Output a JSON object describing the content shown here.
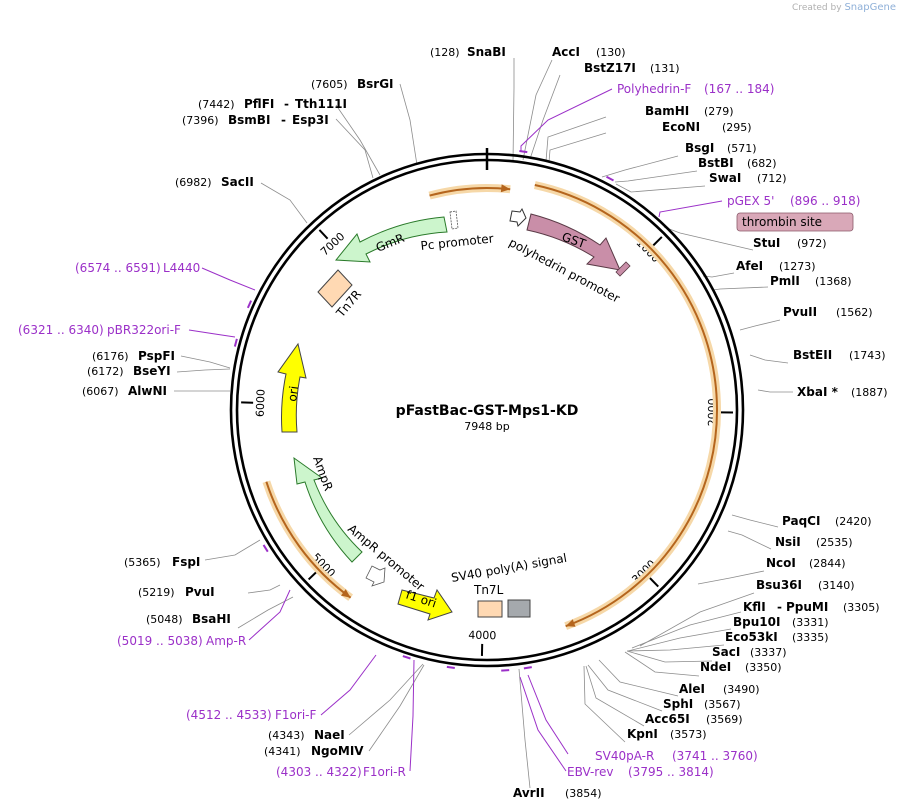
{
  "credit": {
    "prefix": "Created by",
    "brand": "SnapGene"
  },
  "title": "pFastBac-GST-Mps1-KD",
  "subtitle": "7948 bp",
  "ticks": [
    "1000",
    "2000",
    "3000",
    "4000",
    "5000",
    "6000",
    "7000"
  ],
  "sites": [
    {
      "name": "SnaBI",
      "pos": "(128)"
    },
    {
      "name": "AccI",
      "pos": "(130)"
    },
    {
      "name": "BstZ17I",
      "pos": "(131)"
    },
    {
      "name": "BamHI",
      "pos": "(279)"
    },
    {
      "name": "EcoNI",
      "pos": "(295)"
    },
    {
      "name": "BsgI",
      "pos": "(571)"
    },
    {
      "name": "BstBI",
      "pos": "(682)"
    },
    {
      "name": "SwaI",
      "pos": "(712)"
    },
    {
      "name": "StuI",
      "pos": "(972)"
    },
    {
      "name": "AfeI",
      "pos": "(1273)"
    },
    {
      "name": "PmlI",
      "pos": "(1368)"
    },
    {
      "name": "PvuII",
      "pos": "(1562)"
    },
    {
      "name": "BstEII",
      "pos": "(1743)"
    },
    {
      "name": "XbaI *",
      "pos": "(1887)"
    },
    {
      "name": "PaqCI",
      "pos": "(2420)"
    },
    {
      "name": "NsiI",
      "pos": "(2535)"
    },
    {
      "name": "NcoI",
      "pos": "(2844)"
    },
    {
      "name": "Bsu36I",
      "pos": "(3140)"
    },
    {
      "name": "KflI",
      "pos": ""
    },
    {
      "name": "PpuMI",
      "pos": "(3305)"
    },
    {
      "name": "Bpu10I",
      "pos": "(3331)"
    },
    {
      "name": "Eco53kI",
      "pos": "(3335)"
    },
    {
      "name": "SacI",
      "pos": "(3337)"
    },
    {
      "name": "NdeI",
      "pos": "(3350)"
    },
    {
      "name": "AleI",
      "pos": "(3490)"
    },
    {
      "name": "SphI",
      "pos": "(3567)"
    },
    {
      "name": "Acc65I",
      "pos": "(3569)"
    },
    {
      "name": "KpnI",
      "pos": "(3573)"
    },
    {
      "name": "AvrII",
      "pos": "(3854)"
    },
    {
      "name": "NaeI",
      "pos": "(4343)"
    },
    {
      "name": "NgoMIV",
      "pos": "(4341)"
    },
    {
      "name": "BsaHI",
      "pos": "(5048)"
    },
    {
      "name": "PvuI",
      "pos": "(5219)"
    },
    {
      "name": "FspI",
      "pos": "(5365)"
    },
    {
      "name": "AlwNI",
      "pos": "(6067)"
    },
    {
      "name": "BseYI",
      "pos": "(6172)"
    },
    {
      "name": "PspFI",
      "pos": "(6176)"
    },
    {
      "name": "SacII",
      "pos": "(6982)"
    },
    {
      "name": "BsmBI",
      "pos": "(7396)"
    },
    {
      "name": "Esp3I",
      "pos": ""
    },
    {
      "name": "PflFI",
      "pos": "(7442)"
    },
    {
      "name": "Tth111I",
      "pos": ""
    },
    {
      "name": "BsrGI",
      "pos": "(7605)"
    }
  ],
  "primers": [
    {
      "name": "Polyhedrin-F",
      "range": "(167 .. 184)"
    },
    {
      "name": "pGEX 5'",
      "range": "(896 .. 918)"
    },
    {
      "name": "SV40pA-R",
      "range": "(3741 .. 3760)"
    },
    {
      "name": "EBV-rev",
      "range": "(3795 .. 3814)"
    },
    {
      "name": "F1ori-R",
      "range": "(4303 .. 4322)"
    },
    {
      "name": "F1ori-F",
      "range": "(4512 .. 4533)"
    },
    {
      "name": "Amp-R",
      "range": "(5019 .. 5038)"
    },
    {
      "name": "pBR322ori-F",
      "range": "(6321 .. 6340)"
    },
    {
      "name": "L4440",
      "range": "(6574 .. 6591)"
    }
  ],
  "features": {
    "gst": "GST",
    "polyhedrin_promoter": "polyhedrin promoter",
    "gmr": "GmR",
    "pc_promoter": "Pc promoter",
    "tn7r": "Tn7R",
    "ori": "ori",
    "ampr": "AmpR",
    "ampr_promoter": "AmpR promoter",
    "f1_ori": "f1 ori",
    "sv40": "SV40 poly(A) signal",
    "tn7l": "Tn7L",
    "thrombin_site": "thrombin site"
  },
  "colors": {
    "primer": "#9b30c8",
    "gst": "#c98ea8",
    "gmr": "#ccf5cc",
    "ampr": "#ccf5cc",
    "ori": "#ffff00",
    "f1_ori": "#ffff00",
    "tn7": "#ffd9b3",
    "orange_arc": "#e8a23c",
    "thrombin": "#d9a8b8"
  }
}
